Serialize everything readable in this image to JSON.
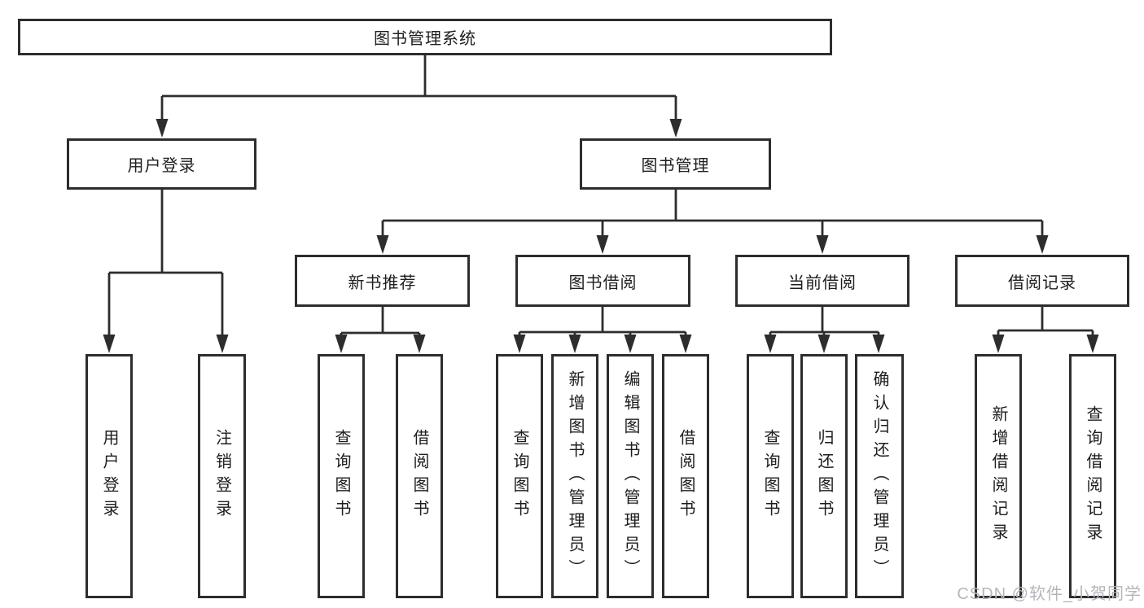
{
  "diagram": {
    "type": "hierarchy-tree",
    "title": "图书管理系统",
    "colors": {
      "background": "#ffffff",
      "line": "#2d2d2d",
      "box_border": "#2d2d2d",
      "box_fill": "#ffffff",
      "text": "#1d1d1d",
      "watermark": "#b3b6bc"
    }
  },
  "tree": {
    "label": "图书管理系统",
    "children": [
      {
        "label": "用户登录",
        "children": [
          {
            "label": "用户登录"
          },
          {
            "label": "注销登录"
          }
        ]
      },
      {
        "label": "图书管理",
        "children": [
          {
            "label": "新书推荐",
            "children": [
              {
                "label": "查询图书"
              },
              {
                "label": "借阅图书"
              }
            ]
          },
          {
            "label": "图书借阅",
            "children": [
              {
                "label": "查询图书"
              },
              {
                "label": "新增图书（管理员）"
              },
              {
                "label": "编辑图书（管理员）"
              },
              {
                "label": "借阅图书"
              }
            ]
          },
          {
            "label": "当前借阅",
            "children": [
              {
                "label": "查询图书"
              },
              {
                "label": "归还图书"
              },
              {
                "label": "确认归还（管理员）"
              }
            ]
          },
          {
            "label": "借阅记录",
            "children": [
              {
                "label": "新增借阅记录"
              },
              {
                "label": "查询借阅记录"
              }
            ]
          }
        ]
      }
    ]
  },
  "watermark": {
    "text": "CSDN @软件_小贺同学"
  }
}
